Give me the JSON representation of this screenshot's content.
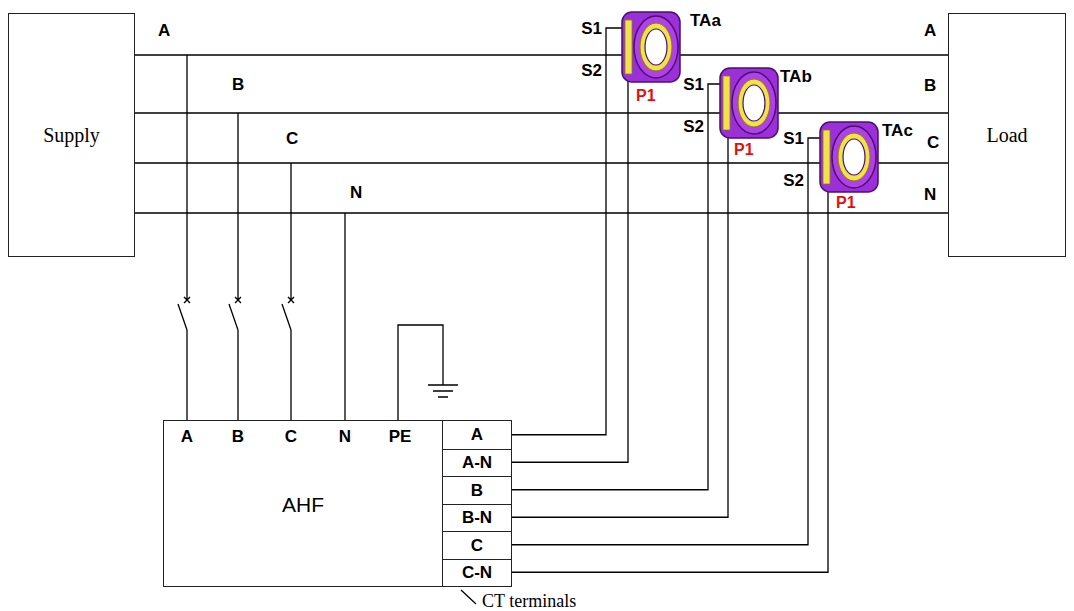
{
  "diagram": {
    "nodes": [
      {
        "text": [
          "Supply"
        ]
      },
      {
        "text": [
          "Load"
        ]
      },
      {
        "text": [
          "AHF"
        ]
      },
      {
        "text": [
          "A"
        ],
        "in": 2
      },
      {
        "text": [
          "A-N"
        ],
        "in": 2
      },
      {
        "text": [
          "B"
        ],
        "in": 2
      },
      {
        "text": [
          "B-N"
        ],
        "in": 2
      },
      {
        "text": [
          "C"
        ],
        "in": 2
      },
      {
        "text": [
          "C-N"
        ],
        "in": 2
      }
    ],
    "edges": [
      {
        "from": 0,
        "to": 1,
        "arrow": "none"
      },
      {
        "from": 0,
        "to": 1,
        "arrow": "none"
      },
      {
        "from": 0,
        "to": 1,
        "arrow": "none"
      },
      {
        "from": 0,
        "to": 1,
        "arrow": "none"
      }
    ],
    "labels": [
      "A",
      "B",
      "C",
      "N",
      "A",
      "B",
      "C",
      "N",
      "A",
      "B",
      "C",
      "N",
      "PE",
      "S1",
      "S2",
      "P1",
      "TAa",
      "S1",
      "S2",
      "P1",
      "TAb",
      "S1",
      "S2",
      "P1",
      "TAc",
      "CT terminals"
    ]
  }
}
